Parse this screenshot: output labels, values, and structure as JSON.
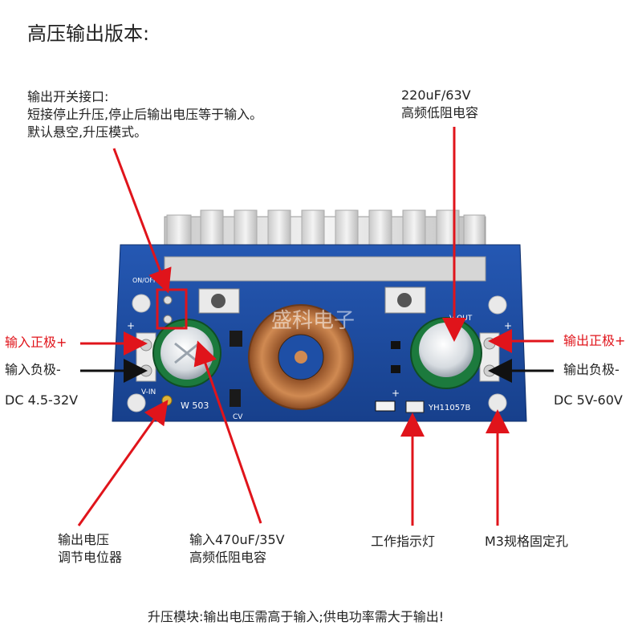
{
  "page": {
    "title": "高压输出版本:",
    "footer": "升压模块:输出电压需高于输入;供电功率需大于输出!"
  },
  "annotations": {
    "switch_port": [
      "输出开关接口:",
      "短接停止升压,停止后输出电压等于输入。",
      "默认悬空,升压模式。"
    ],
    "output_cap": [
      "220uF/63V",
      "高频低阻电容"
    ],
    "input_positive": "输入正极+",
    "input_negative": "输入负极-",
    "input_range": "DC 4.5-32V",
    "output_positive": "输出正极+",
    "output_negative": "输出负极-",
    "output_range": "DC 5V-60V",
    "potentiometer": [
      "输出电压",
      "调节电位器"
    ],
    "input_cap": [
      "输入470uF/35V",
      "高频低阻电容"
    ],
    "indicator": "工作指示灯",
    "mount_hole": "M3规格固定孔"
  },
  "board": {
    "label_onoff": "ON/OFF",
    "label_vout": "V-OUT",
    "label_vin": "V-IN",
    "label_plus_left": "+",
    "label_plus_right": "+",
    "label_plus_mid": "+",
    "label_model": "YH11057B",
    "label_pot": "W 503",
    "label_cv": "CV",
    "watermark": "盛科电子"
  },
  "colors": {
    "pcb": "#1e4fa6",
    "accent_red": "#e0141b",
    "copper": "#b8703c"
  }
}
